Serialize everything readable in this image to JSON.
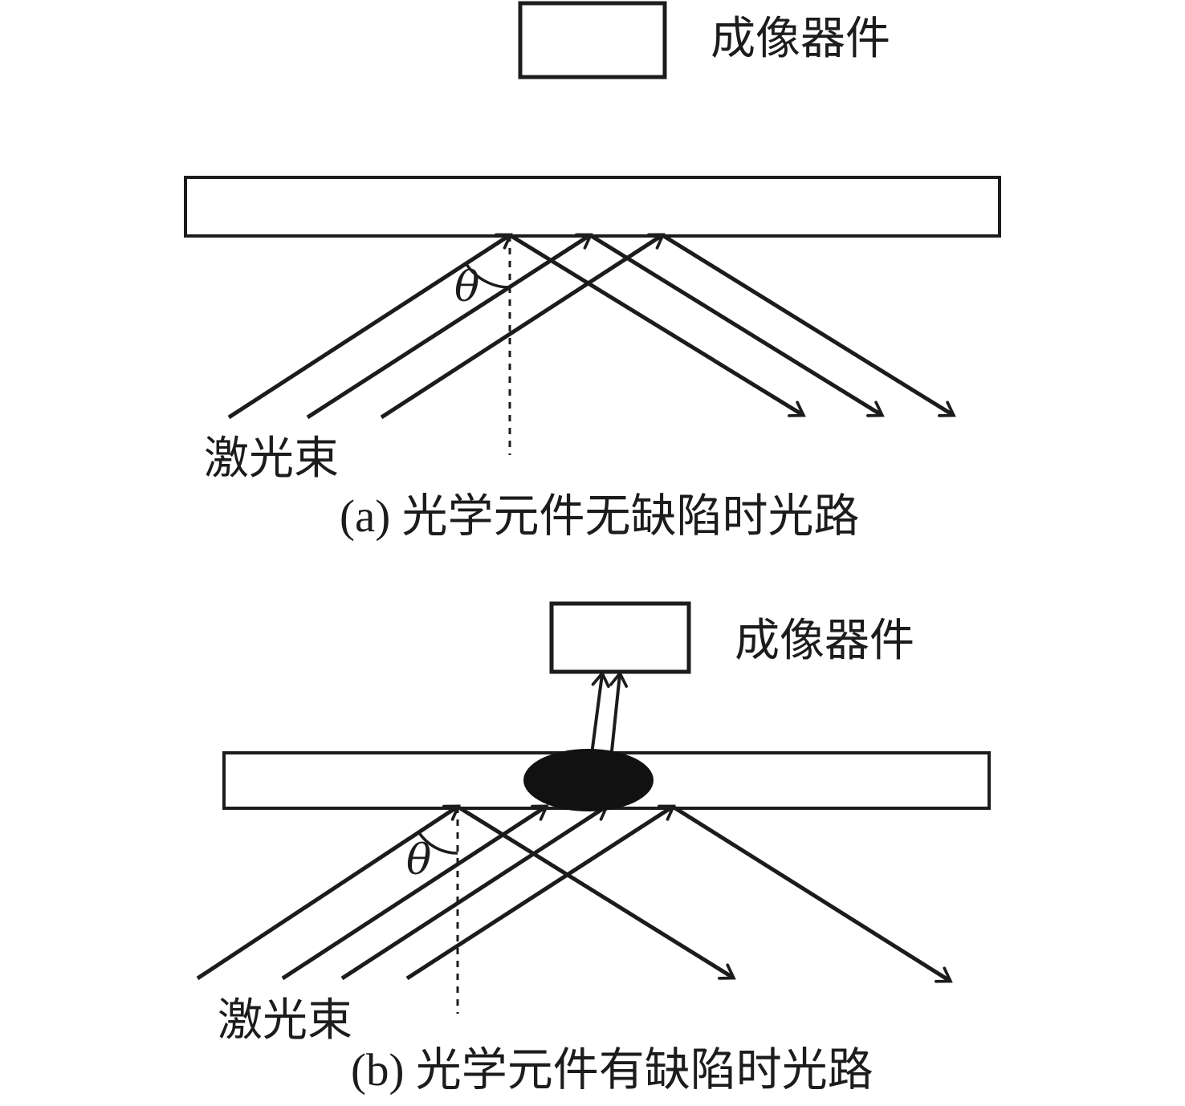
{
  "figure": {
    "panel_a": {
      "imaging_device_label": "成像器件",
      "laser_beam_label": "激光束",
      "angle_symbol": "θ",
      "caption": "(a) 光学元件无缺陷时光路"
    },
    "panel_b": {
      "imaging_device_label": "成像器件",
      "laser_beam_label": "激光束",
      "angle_symbol": "θ",
      "caption": "(b) 光学元件有缺陷时光路"
    },
    "colors": {
      "ink": "#1c1c1c",
      "background": "#ffffff",
      "defect_fill": "#111111"
    }
  }
}
